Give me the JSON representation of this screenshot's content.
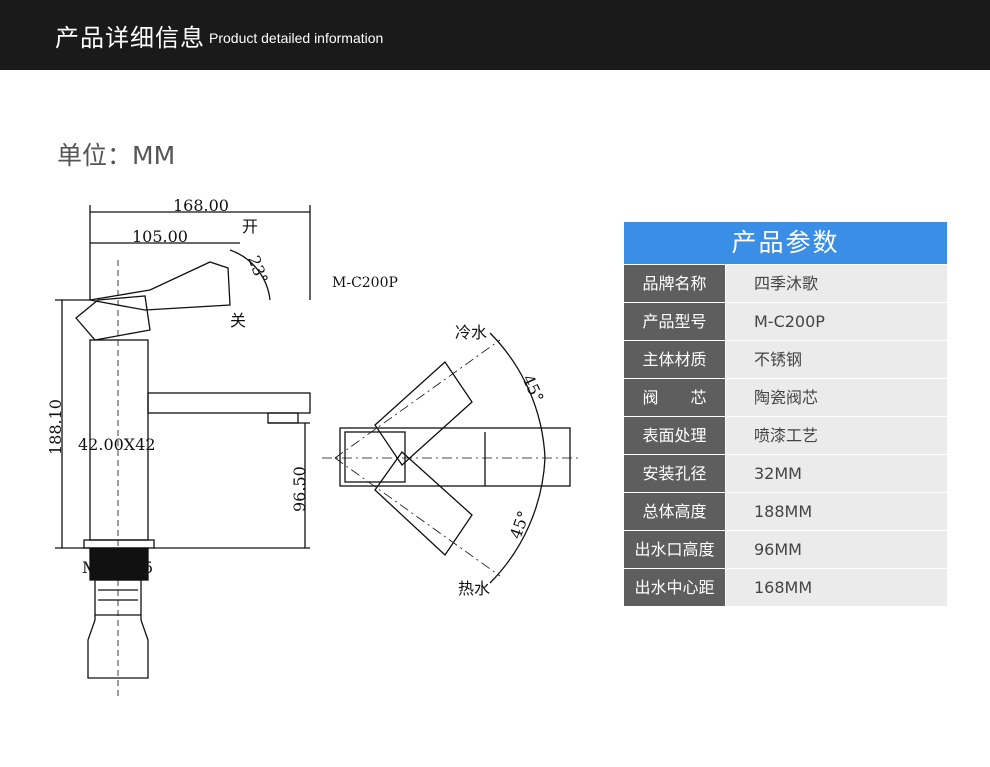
{
  "header": {
    "title_cn": "产品详细信息",
    "title_en": "Product detailed information"
  },
  "unit": "单位：MM",
  "drawing": {
    "model": "M-C200P",
    "dim_168": "168.00",
    "dim_105": "105.00",
    "dim_188": "188.10",
    "dim_96": "96.50",
    "dim_base": "42.00X42",
    "angle_23": "23°",
    "open": "开",
    "close": "关",
    "cold": "冷水",
    "hot": "热水",
    "angle_45a": "45°",
    "angle_45b": "45°",
    "thread_m": "M",
    "thread_5": "5"
  },
  "params": {
    "title": "产品参数",
    "rows": [
      {
        "k": "品牌名称",
        "v": "四季沐歌"
      },
      {
        "k": "产品型号",
        "v": "M-C200P"
      },
      {
        "k": "主体材质",
        "v": "不锈钢"
      },
      {
        "k": "阀　　芯",
        "v": "陶瓷阀芯"
      },
      {
        "k": "表面处理",
        "v": "喷漆工艺"
      },
      {
        "k": "安装孔径",
        "v": "32MM"
      },
      {
        "k": "总体高度",
        "v": "188MM"
      },
      {
        "k": "出水口高度",
        "v": "96MM"
      },
      {
        "k": "出水中心距",
        "v": "168MM"
      }
    ]
  }
}
